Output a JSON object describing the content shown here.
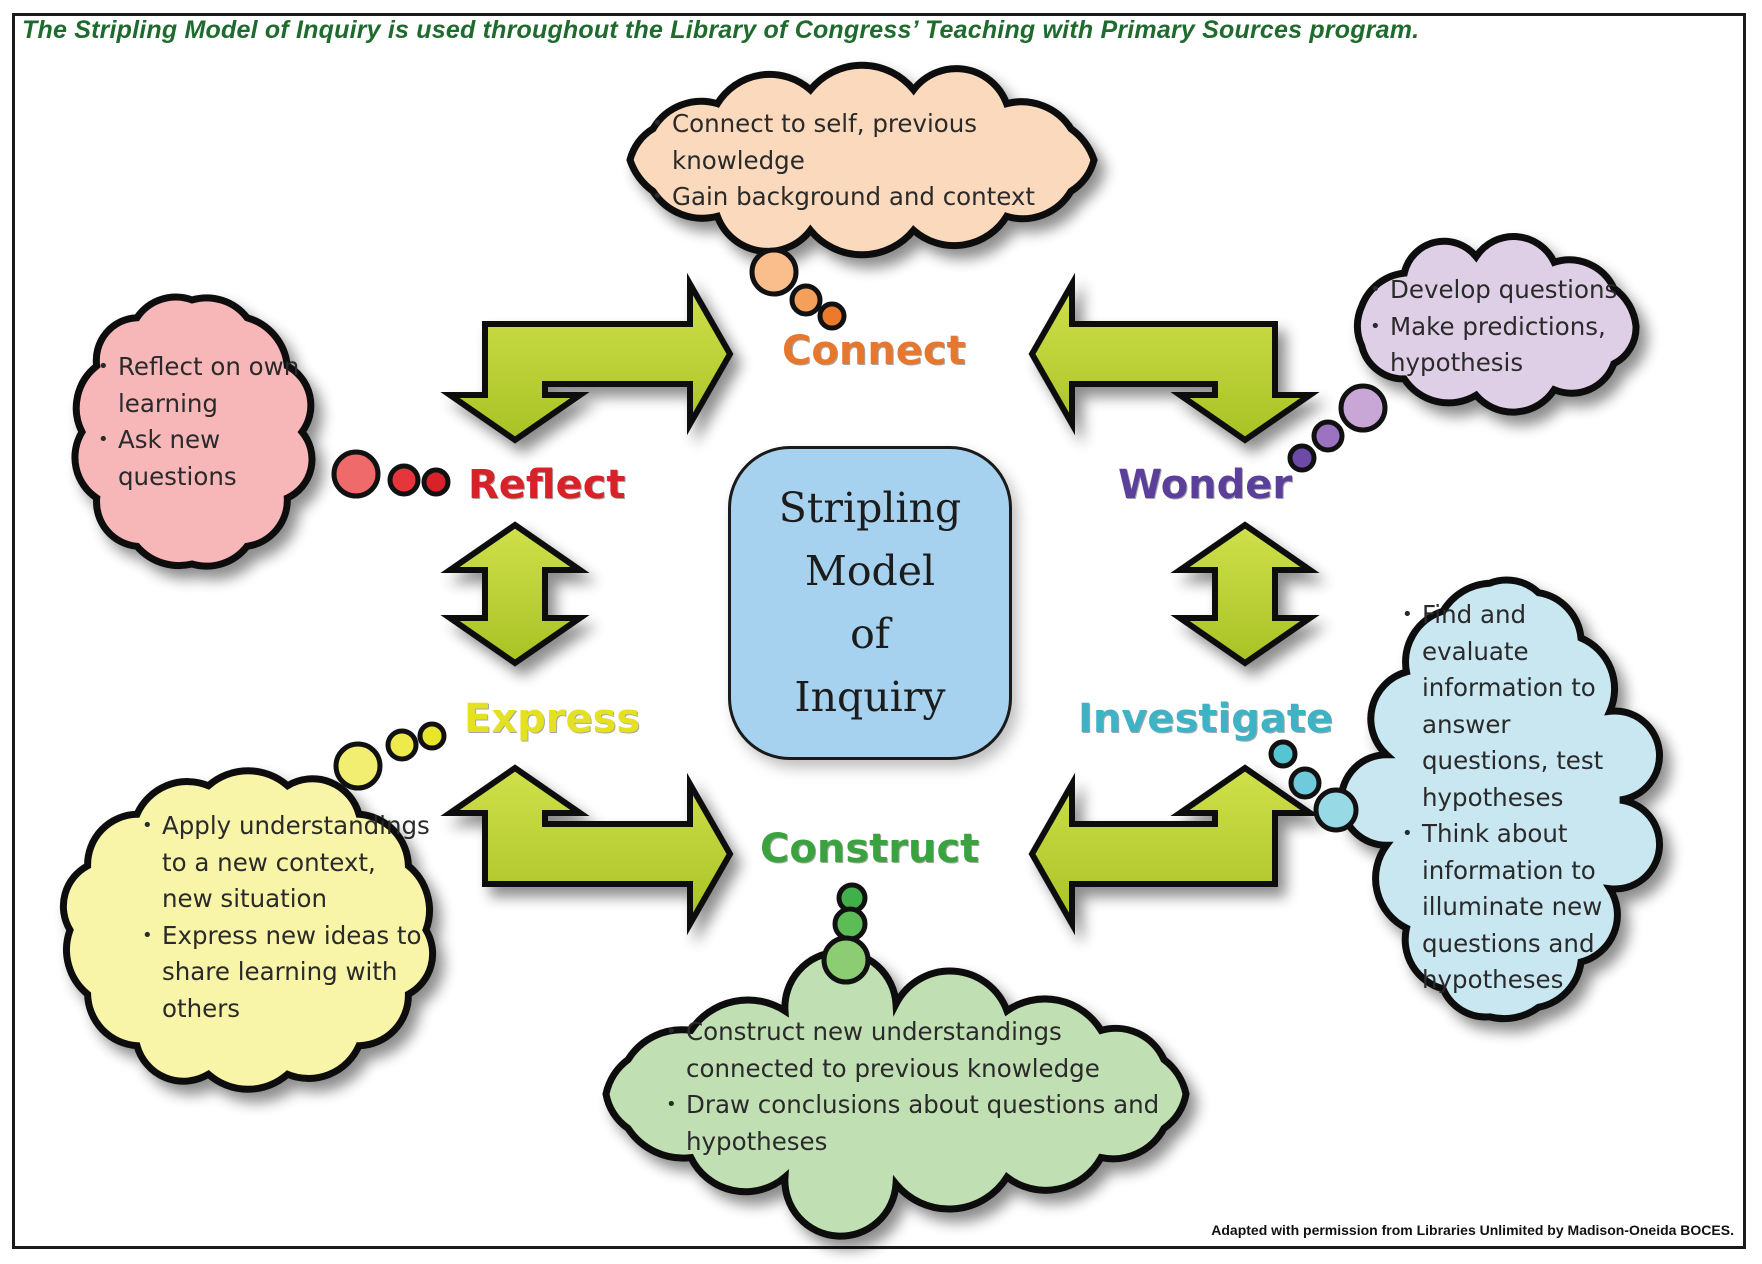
{
  "header": {
    "title": "The Stripling Model of Inquiry is used throughout the Library of Congress’ Teaching with Primary Sources program."
  },
  "center": {
    "lines": [
      "Stripling",
      "Model",
      "of",
      "Inquiry"
    ]
  },
  "stages": {
    "connect": {
      "label": "Connect",
      "color": "#e8772e",
      "cloud_color": "#fad9bd",
      "bullets": [
        "Connect to self, previous knowledge",
        "Gain background and context"
      ]
    },
    "wonder": {
      "label": "Wonder",
      "color": "#5b3f9a",
      "cloud_color": "#dfcfe6",
      "bullets": [
        "Develop questions",
        "Make predictions, hypothesis"
      ]
    },
    "investigate": {
      "label": "Investigate",
      "color": "#3fb3c6",
      "cloud_color": "#c8e7f1",
      "bullets": [
        "Find and evaluate information to answer questions, test hypotheses",
        "Think about information to illuminate new questions and hypotheses"
      ]
    },
    "construct": {
      "label": "Construct",
      "color": "#3aa33f",
      "cloud_color": "#c0e0b4",
      "bullets": [
        "Construct new understandings connected to previous knowledge",
        "Draw conclusions about questions and hypotheses"
      ]
    },
    "express": {
      "label": "Express",
      "color": "#e4e022",
      "cloud_color": "#f8f4a8",
      "bullets": [
        "Apply understandings to a new context, new situation",
        "Express new ideas to share learning with others"
      ]
    },
    "reflect": {
      "label": "Reflect",
      "color": "#d8222a",
      "cloud_color": "#f7b6b8",
      "bullets": [
        "Reflect on own learning",
        "Ask new questions"
      ]
    }
  },
  "arrow_color": "#b9d32c",
  "footer": {
    "credit": "Adapted with permission from Libraries Unlimited by Madison-Oneida BOCES."
  }
}
